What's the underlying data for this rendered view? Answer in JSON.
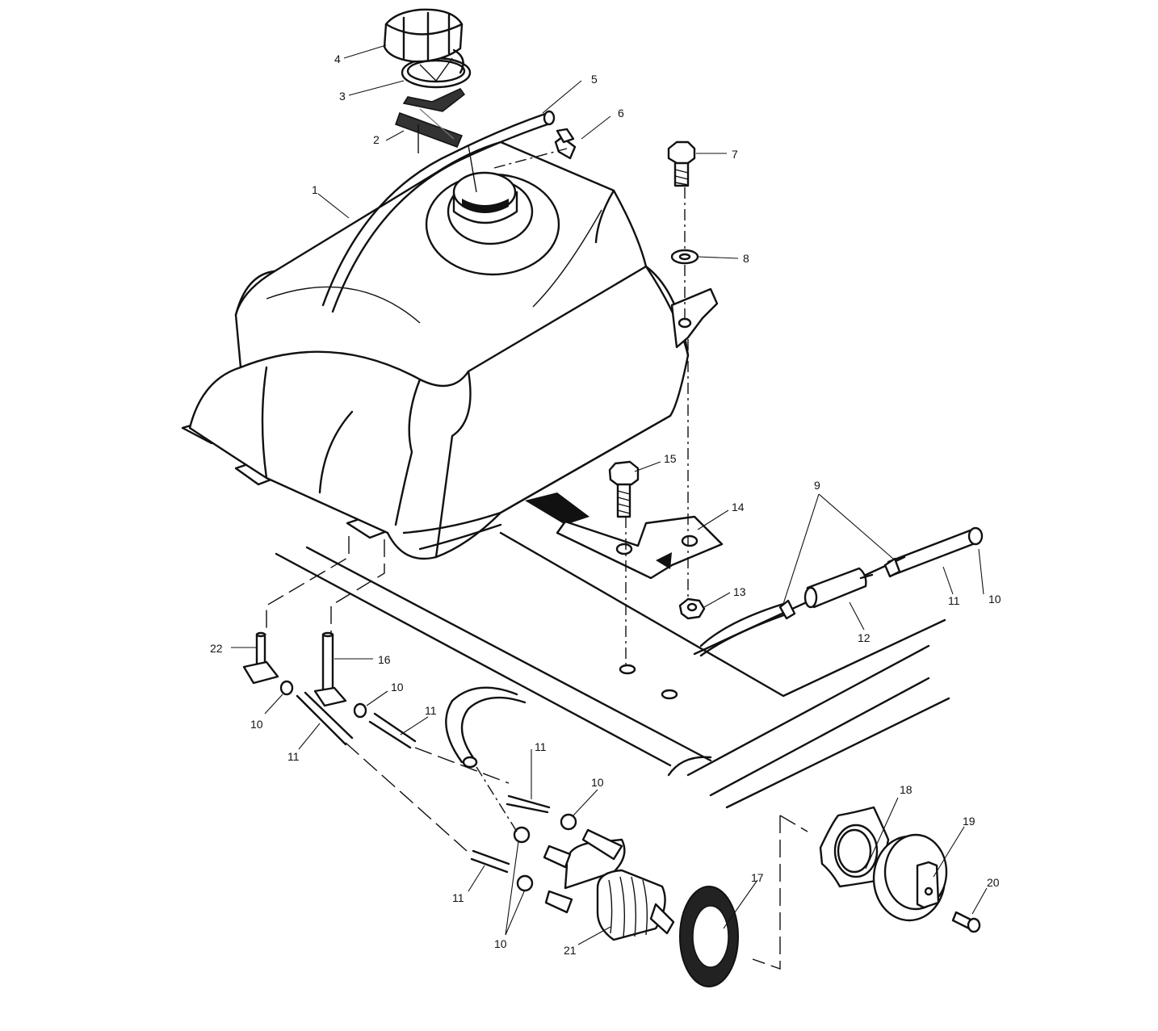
{
  "callouts": {
    "c1": "1",
    "c2": "2",
    "c3": "3",
    "c4": "4",
    "c5": "5",
    "c6": "6",
    "c7": "7",
    "c8": "8",
    "c9": "9",
    "c10a": "10",
    "c10b": "10",
    "c10c": "10",
    "c10d": "10",
    "c10e": "10",
    "c11a": "11",
    "c11b": "11",
    "c11c": "11",
    "c11d": "11",
    "c11e": "11",
    "c12": "12",
    "c13": "13",
    "c14": "14",
    "c15": "15",
    "c16": "16",
    "c17": "17",
    "c18": "18",
    "c19": "19",
    "c20": "20",
    "c21": "21",
    "c22": "22"
  }
}
